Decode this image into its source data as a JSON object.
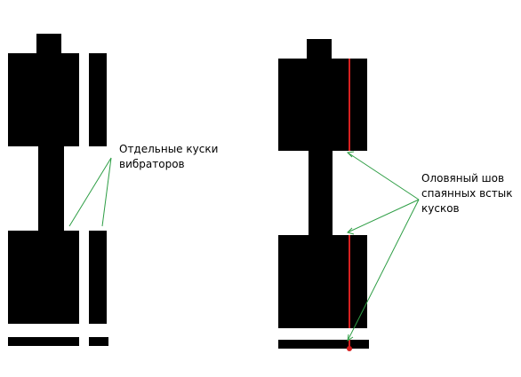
{
  "labels": {
    "left": {
      "line1": "Отдельные куски",
      "line2": "вибраторов"
    },
    "right": {
      "line1": "Оловяный шов",
      "line2": "спаянных встык",
      "line3": "кусков"
    }
  },
  "colors": {
    "background": "#ffffff",
    "part": "#000000",
    "solder_seam": "#d62020",
    "pointer_line": "#2e9e45"
  }
}
